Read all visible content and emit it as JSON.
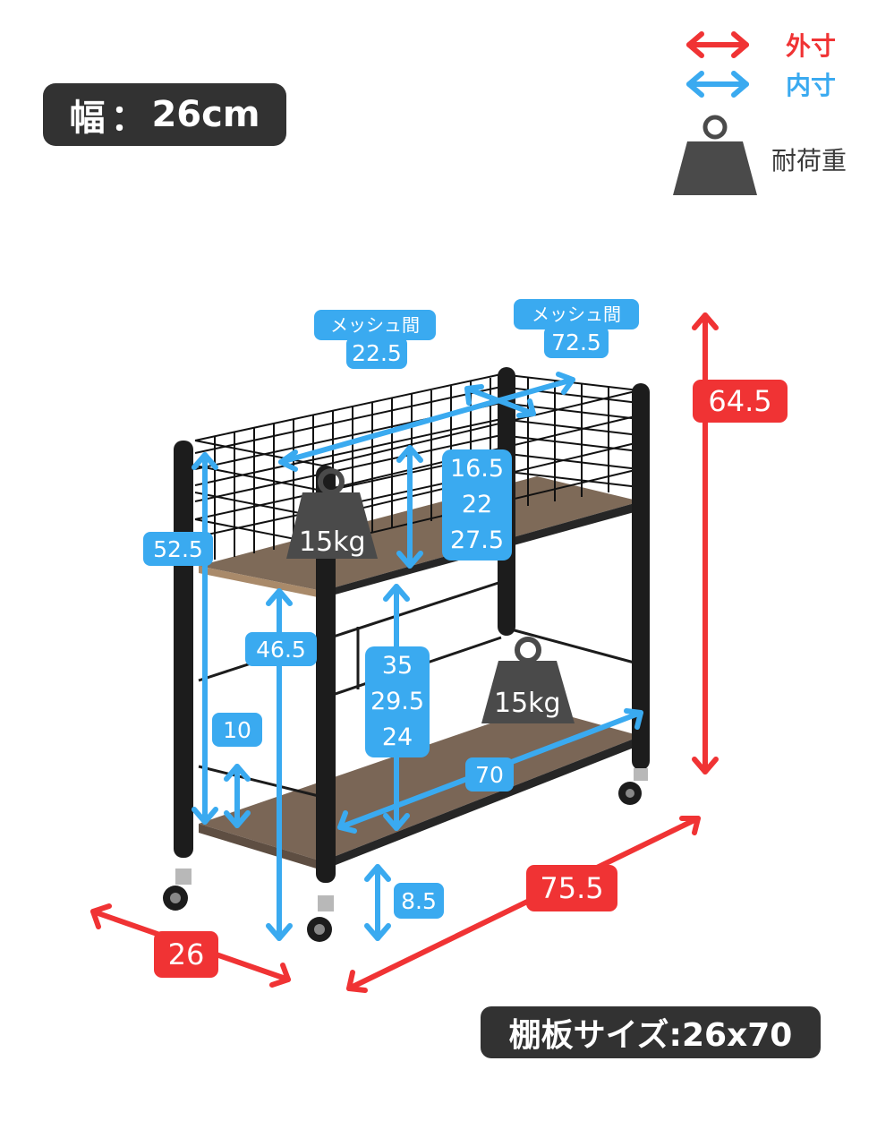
{
  "width_badge": {
    "label": "幅",
    "sep": "：",
    "value": "26cm"
  },
  "legend": {
    "outer": {
      "label": "外寸",
      "color": "#f03334"
    },
    "inner": {
      "label": "内寸",
      "color": "#3aaaf0"
    },
    "load": {
      "label": "耐荷重"
    }
  },
  "mesh_tags": [
    {
      "title": "メッシュ間",
      "value": "22.5"
    },
    {
      "title": "メッシュ間",
      "value": "72.5"
    }
  ],
  "outer_dims": {
    "height": "64.5",
    "depth": "26",
    "width": "75.5"
  },
  "inner_dims": {
    "left_post_height": "52.5",
    "upper_shelf_height": "46.5",
    "rail_height": "10",
    "basket_depth_stack": [
      "16.5",
      "22",
      "27.5"
    ],
    "shelf_gap_stack": [
      "35",
      "29.5",
      "24"
    ],
    "lower_shelf_width": "70",
    "floor_clearance": "8.5"
  },
  "loads": [
    {
      "value": "15kg",
      "position": "upper-shelf"
    },
    {
      "value": "15kg",
      "position": "lower-shelf"
    }
  ],
  "shelf_size_badge": {
    "label": "棚板サイズ:26x70"
  },
  "colors": {
    "outer": "#f03334",
    "inner": "#3aaaf0",
    "badge_bg": "#323232",
    "weight": "#4a4a4a",
    "wood": "#7a6656",
    "frame": "#1c1c1c"
  }
}
